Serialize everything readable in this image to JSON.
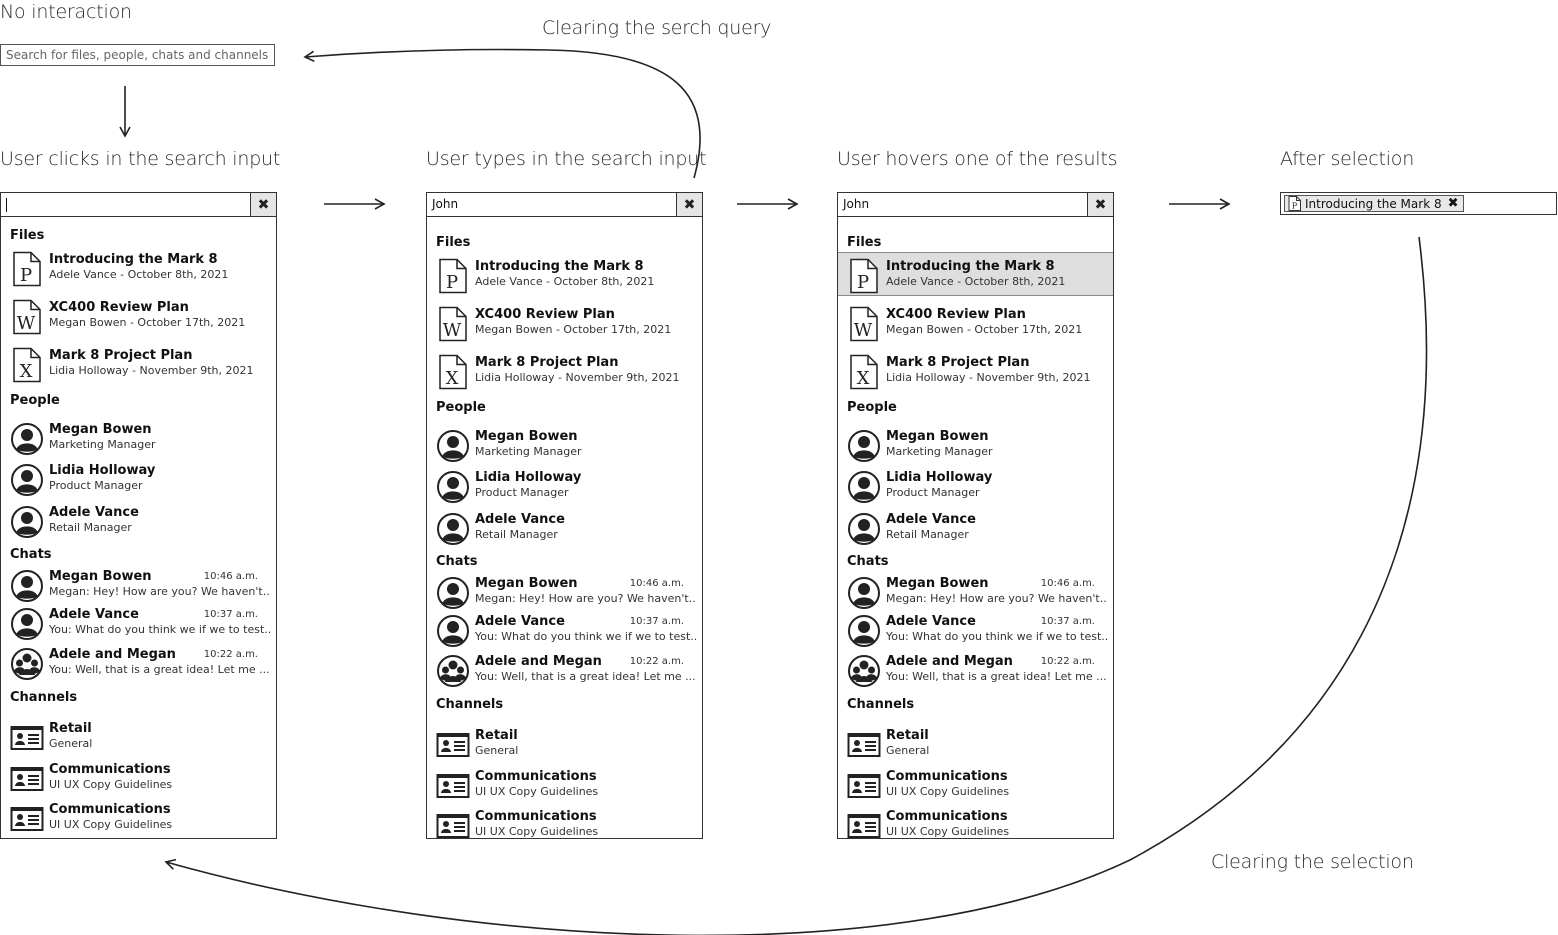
{
  "states": {
    "idle": "No interaction",
    "focused": "User clicks in the search input",
    "typing": "User types in the search input",
    "hovering": "User hovers one of the results",
    "selected": "After selection"
  },
  "transitions": {
    "clear_query": "Clearing the serch query",
    "clear_selection": "Clearing the selection"
  },
  "search": {
    "placeholder": "Search for files, people, chats and channels",
    "typed_value": "John",
    "clear_icon": "close-icon"
  },
  "sections": {
    "files": "Files",
    "people": "People",
    "chats": "Chats",
    "channels": "Channels"
  },
  "files": [
    {
      "title": "Introducing the Mark 8",
      "meta": "Adele Vance - October 8th, 2021",
      "icon": "powerpoint-file-icon",
      "letter": "P"
    },
    {
      "title": "XC400 Review Plan",
      "meta": "Megan Bowen - October 17th, 2021",
      "icon": "word-file-icon",
      "letter": "W"
    },
    {
      "title": "Mark 8 Project Plan",
      "meta": "Lidia Holloway - November 9th, 2021",
      "icon": "excel-file-icon",
      "letter": "X"
    }
  ],
  "people": [
    {
      "name": "Megan Bowen",
      "role": "Marketing Manager",
      "icon": "person-avatar-icon"
    },
    {
      "name": "Lidia Holloway",
      "role": "Product Manager",
      "icon": "person-avatar-icon"
    },
    {
      "name": "Adele Vance",
      "role": "Retail Manager",
      "icon": "person-avatar-icon"
    }
  ],
  "chats": [
    {
      "name": "Megan Bowen",
      "time": "10:46 a.m.",
      "preview": "Megan: Hey! How are you? We haven't...",
      "icon": "person-avatar-icon"
    },
    {
      "name": "Adele Vance",
      "time": "10:37 a.m.",
      "preview": "You: What do you think we if we to test...",
      "icon": "person-avatar-icon"
    },
    {
      "name": "Adele and Megan",
      "time": "10:22 a.m.",
      "preview": "You: Well, that is a great idea! Let me ...",
      "icon": "group-avatar-icon"
    }
  ],
  "channels": [
    {
      "name": "Retail",
      "sub": "General",
      "icon": "channel-card-icon"
    },
    {
      "name": "Communications",
      "sub": "UI UX Copy Guidelines",
      "icon": "channel-card-icon"
    },
    {
      "name": "Communications",
      "sub": "UI UX Copy Guidelines",
      "icon": "channel-card-icon"
    }
  ],
  "selection": {
    "chip_label": "Introducing the Mark 8",
    "chip_icon": "powerpoint-file-icon",
    "remove_icon": "close-icon"
  }
}
